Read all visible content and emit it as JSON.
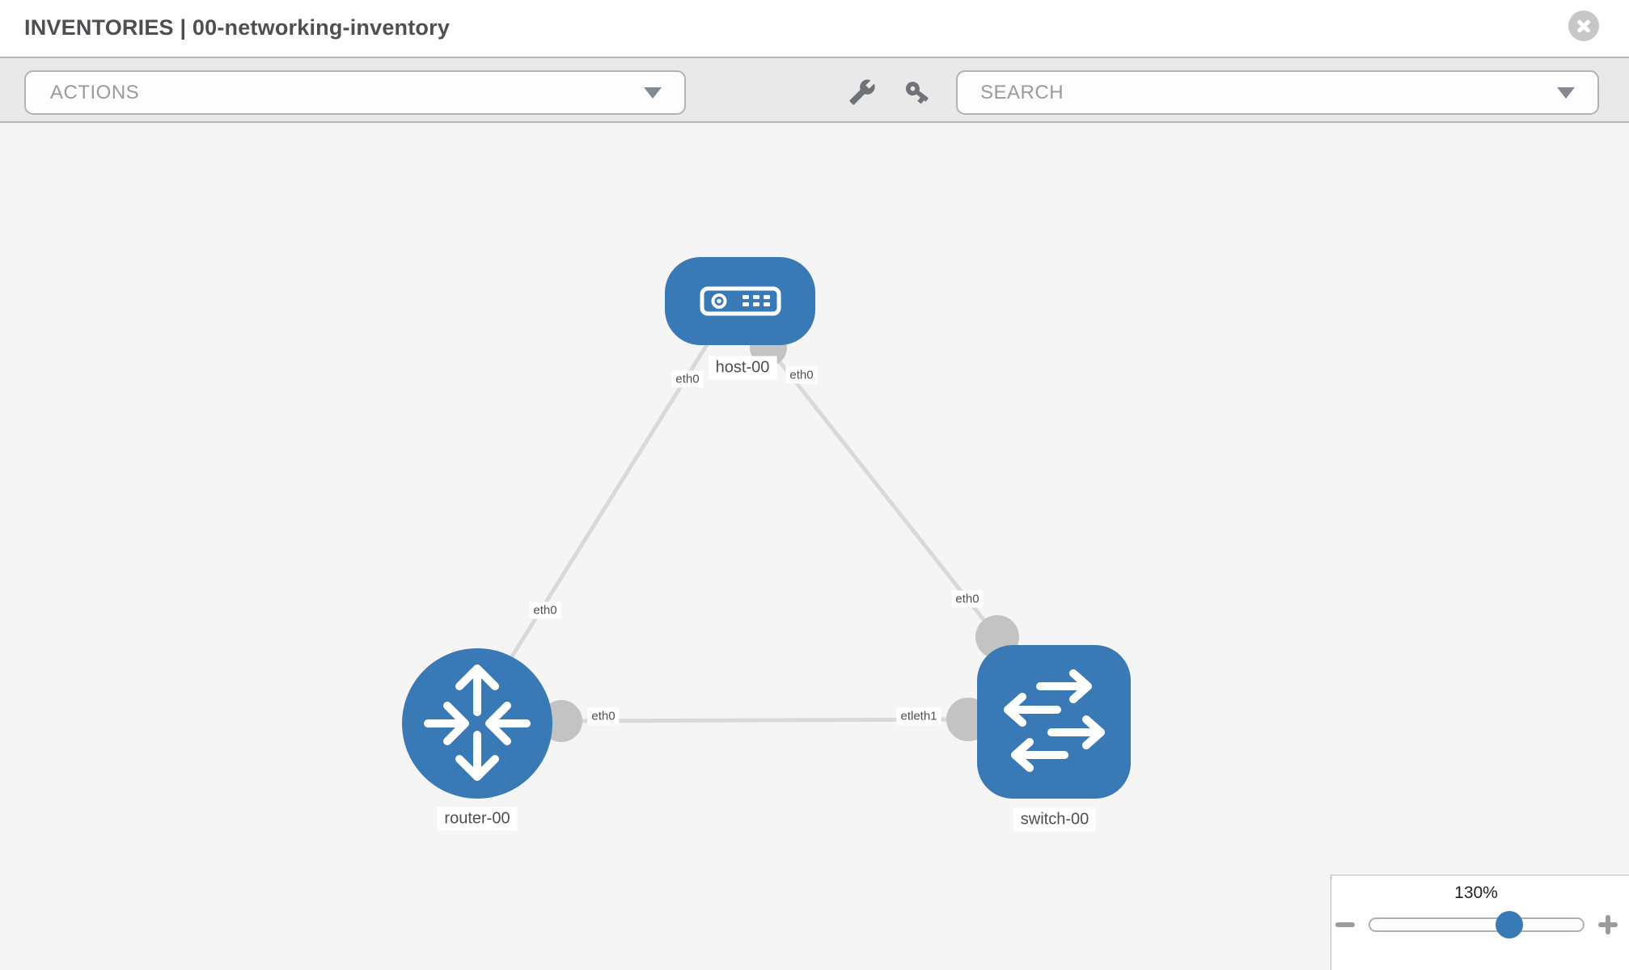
{
  "header": {
    "title": "INVENTORIES | 00-networking-inventory"
  },
  "toolbar": {
    "actions_label": "ACTIONS",
    "search_placeholder": "SEARCH"
  },
  "topology": {
    "host": {
      "label": "host-00",
      "port_left": "eth0",
      "port_right": "eth0"
    },
    "router": {
      "label": "router-00",
      "port_top": "eth0",
      "port_right": "eth0"
    },
    "switch": {
      "label": "switch-00",
      "port_top": "eth0",
      "port_left": "etleth1"
    }
  },
  "zoom_control": {
    "level": "130%"
  },
  "icons": {
    "header_close": "circle-x-icon",
    "toolbar_left": "wrench-icon",
    "toolbar_right": "key-icon",
    "dropdowns": "chevron-down-icon"
  },
  "colors": {
    "node_blue": "#3879b6",
    "link_gray": "#d9d9d9",
    "connector_gray": "#c3c3c3",
    "toolbar_gray": "#e9e9e9",
    "canvas_gray": "#f4f5f4"
  }
}
